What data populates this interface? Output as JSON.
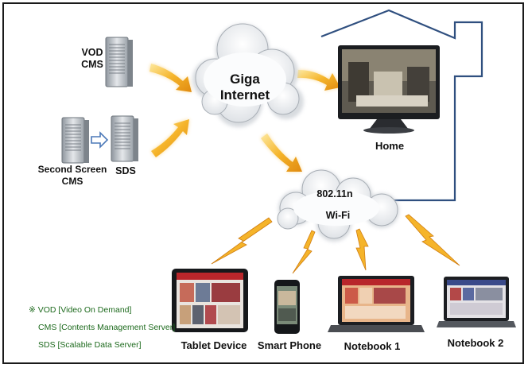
{
  "labels": {
    "vod_cms_line1": "VOD",
    "vod_cms_line2": "CMS",
    "second_screen_cms_line1": "Second Screen",
    "second_screen_cms_line2": "CMS",
    "sds": "SDS",
    "giga_line1": "Giga",
    "giga_line2": "Internet",
    "home": "Home",
    "wifi_line1": "802.11n",
    "wifi_line2": "Wi-Fi",
    "tablet": "Tablet Device",
    "phone": "Smart Phone",
    "notebook1": "Notebook 1",
    "notebook2": "Notebook 2"
  },
  "legend": {
    "line1": "※ VOD [Video On Demand]",
    "line2": "CMS [Contents Management Server]",
    "line3": "SDS [Scalable Data Server]"
  },
  "colors": {
    "house_outline": "#2f4f7f",
    "arrow_orange": "#f2a81e",
    "lightning": "#f2a81e",
    "legend_text": "#1d6a1d",
    "server_gray": "#b9bec4"
  }
}
